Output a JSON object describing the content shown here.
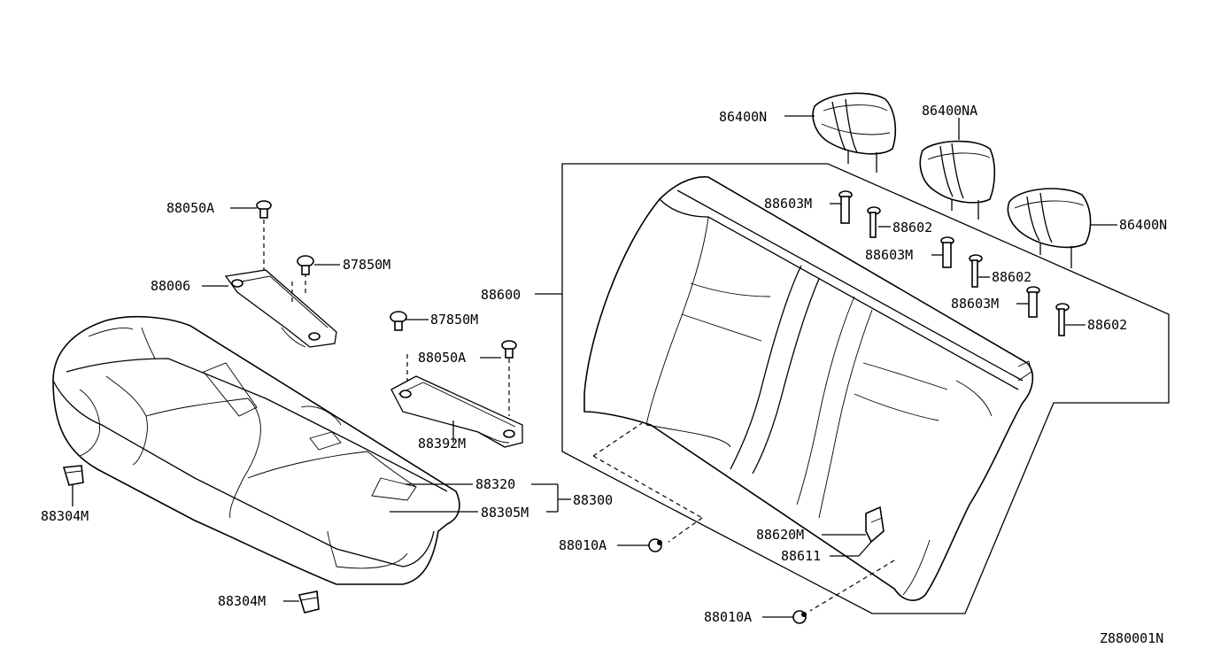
{
  "diagram_code": "Z880001N",
  "labels": {
    "p86400N_top": "86400N",
    "p86400NA": "86400NA",
    "p86400N_right": "86400N",
    "p88603M_1": "88603M",
    "p88602_1": "88602",
    "p88603M_2": "88603M",
    "p88602_2": "88602",
    "p88603M_3": "88603M",
    "p88602_3": "88602",
    "p88600": "88600",
    "p88050A_1": "88050A",
    "p87850M_1": "87850M",
    "p88006": "88006",
    "p87850M_2": "87850M",
    "p88050A_2": "88050A",
    "p88392M": "88392M",
    "p88320": "88320",
    "p88305M": "88305M",
    "p88300": "88300",
    "p88304M_1": "88304M",
    "p88304M_2": "88304M",
    "p88010A_1": "88010A",
    "p88010A_2": "88010A",
    "p88620M": "88620M",
    "p88611": "88611"
  }
}
